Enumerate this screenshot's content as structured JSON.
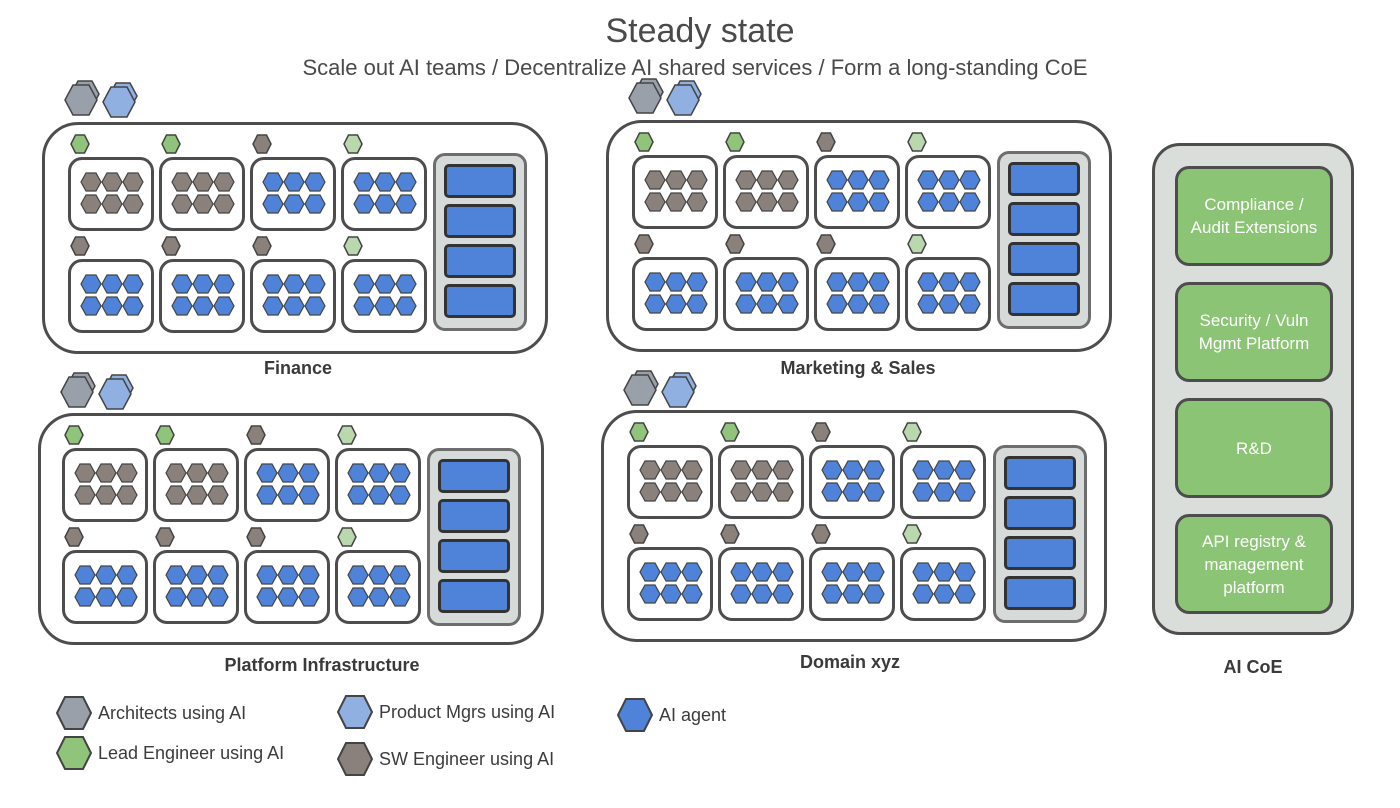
{
  "header": {
    "title": "Steady state",
    "subtitle": "Scale out AI teams / Decentralize AI shared services / Form a long-standing CoE"
  },
  "colors": {
    "architect": "#9aa0aa",
    "product_mgr": "#8fb0e0",
    "lead_engineer": "#8fc47a",
    "sw_engineer": "#8a807c",
    "ai_agent": "#4f83d9",
    "coe_box": "#8bc474"
  },
  "domains": [
    {
      "label": "Finance"
    },
    {
      "label": "Marketing & Sales"
    },
    {
      "label": "Platform Infrastructure"
    },
    {
      "label": "Domain xyz"
    }
  ],
  "coe": {
    "label": "AI CoE",
    "boxes": [
      {
        "label": "Compliance / Audit Extensions"
      },
      {
        "label": "Security / Vuln Mgmt Platform"
      },
      {
        "label": "R&D"
      },
      {
        "label": "API registry & management platform"
      }
    ]
  },
  "legend": {
    "architects": "Architects using AI",
    "product_mgrs": "Product Mgrs using AI",
    "ai_agent": "AI agent",
    "lead_engineer": "Lead Engineer using AI",
    "sw_engineer": "SW Engineer using AI"
  }
}
